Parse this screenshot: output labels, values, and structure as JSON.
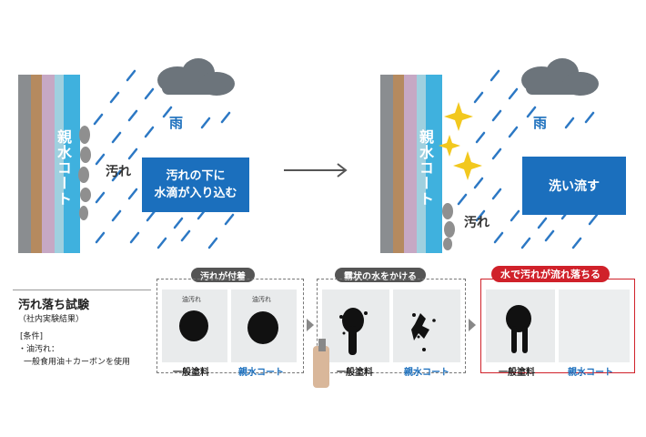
{
  "diagram_left": {
    "coat_label": "親水コート",
    "rain_label": "雨",
    "dirt_label": "汚れ",
    "box_text_line1": "汚れの下に",
    "box_text_line2": "水滴が入り込む"
  },
  "diagram_right": {
    "coat_label": "親水コート",
    "rain_label": "雨",
    "dirt_label": "汚れ",
    "box_text": "洗い流す"
  },
  "test_info": {
    "title": "汚れ落ち試験",
    "subtitle": "（社内実験結果）",
    "conditions_heading": "[条件]",
    "condition_item": "・油汚れ：",
    "condition_detail": "一般食用油＋カーボンを使用"
  },
  "steps": [
    {
      "label": "汚れが付着",
      "color": "#555555"
    },
    {
      "label": "霧状の水をかける",
      "color": "#555555"
    },
    {
      "label": "水で汚れが流れ落ちる",
      "color": "#d0212a"
    }
  ],
  "photos": {
    "step1_left_tag": "油汚れ",
    "step1_right_tag": "油汚れ"
  },
  "captions": {
    "normal_paint": "一般塗料",
    "hydro_coat": "親水コート"
  }
}
